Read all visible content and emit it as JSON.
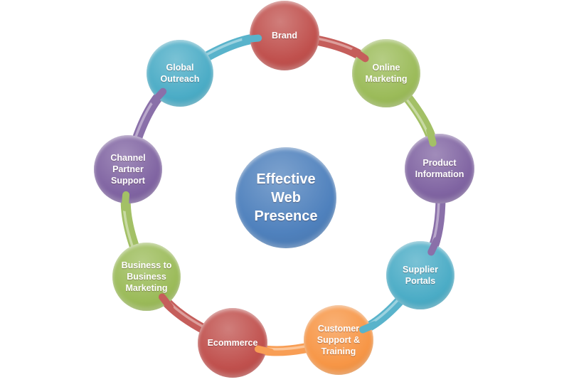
{
  "diagram": {
    "center": {
      "label": "Effective\nWeb\nPresence",
      "color": "blue"
    },
    "nodes": [
      {
        "label": "Brand",
        "color": "red"
      },
      {
        "label": "Online\nMarketing",
        "color": "green"
      },
      {
        "label": "Product\nInformation",
        "color": "purple"
      },
      {
        "label": "Supplier\nPortals",
        "color": "teal"
      },
      {
        "label": "Customer\nSupport &\nTraining",
        "color": "orange"
      },
      {
        "label": "Ecommerce",
        "color": "red"
      },
      {
        "label": "Business to\nBusiness\nMarketing",
        "color": "green"
      },
      {
        "label": "Channel\nPartner\nSupport",
        "color": "purple"
      },
      {
        "label": "Global\nOutreach",
        "color": "teal"
      }
    ],
    "palette": {
      "red": "#c0504d",
      "green": "#9bbb59",
      "purple": "#8064a2",
      "teal": "#4bacc6",
      "orange": "#f79646",
      "blue": "#4f81bd"
    },
    "text_color": "#ffffff",
    "background": "#ffffff"
  }
}
